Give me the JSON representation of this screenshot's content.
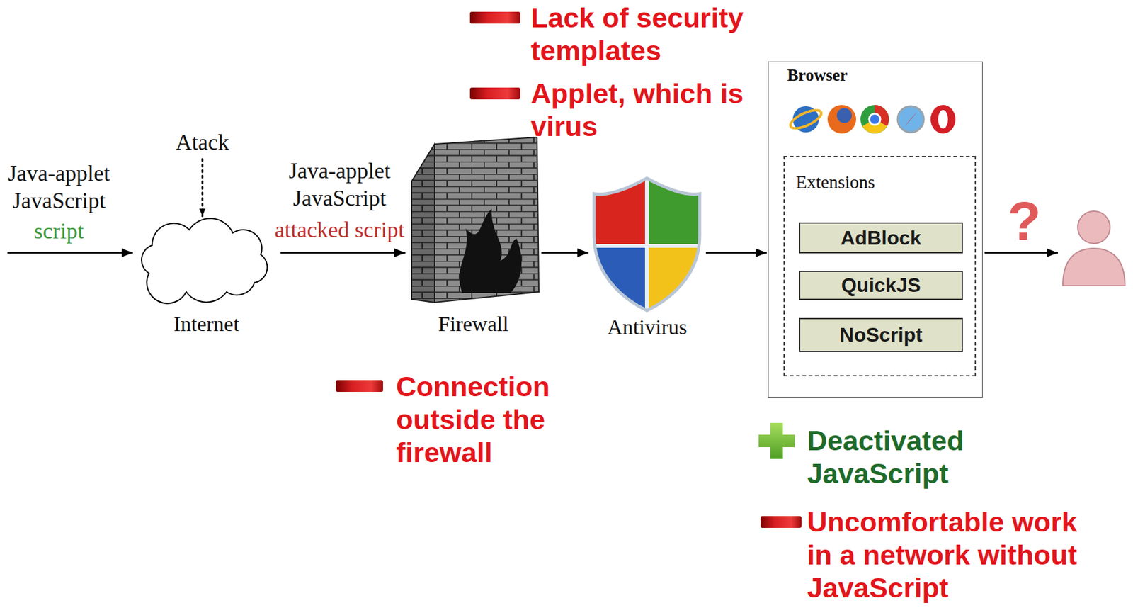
{
  "diagram": {
    "nodes": [
      {
        "text": [
          "Internet"
        ]
      },
      {
        "text": [
          "Firewall"
        ]
      },
      {
        "text": [
          "Antivirus"
        ]
      },
      {
        "text": [
          "Browser"
        ]
      },
      {
        "text": [
          "Extensions"
        ],
        "in": 3
      },
      {
        "text": [
          "AdBlock"
        ],
        "in": 4
      },
      {
        "text": [
          "QuickJS"
        ],
        "in": 4
      },
      {
        "text": [
          "NoScript"
        ],
        "in": 4
      }
    ],
    "edges": [
      {
        "from": 0,
        "to": 1,
        "arrow": "to"
      },
      {
        "from": 1,
        "to": 2,
        "arrow": "to"
      },
      {
        "from": 2,
        "to": 3,
        "arrow": "to"
      }
    ],
    "labels": [
      "Java-applet JavaScript",
      "script",
      "Atack",
      "Java-applet JavaScript",
      "attacked script",
      "?",
      "Lack of security templates",
      "Applet, which is virus",
      "Connection outside the firewall",
      "Deactivated JavaScript",
      "Uncomfortable work in a network without JavaScript"
    ]
  }
}
